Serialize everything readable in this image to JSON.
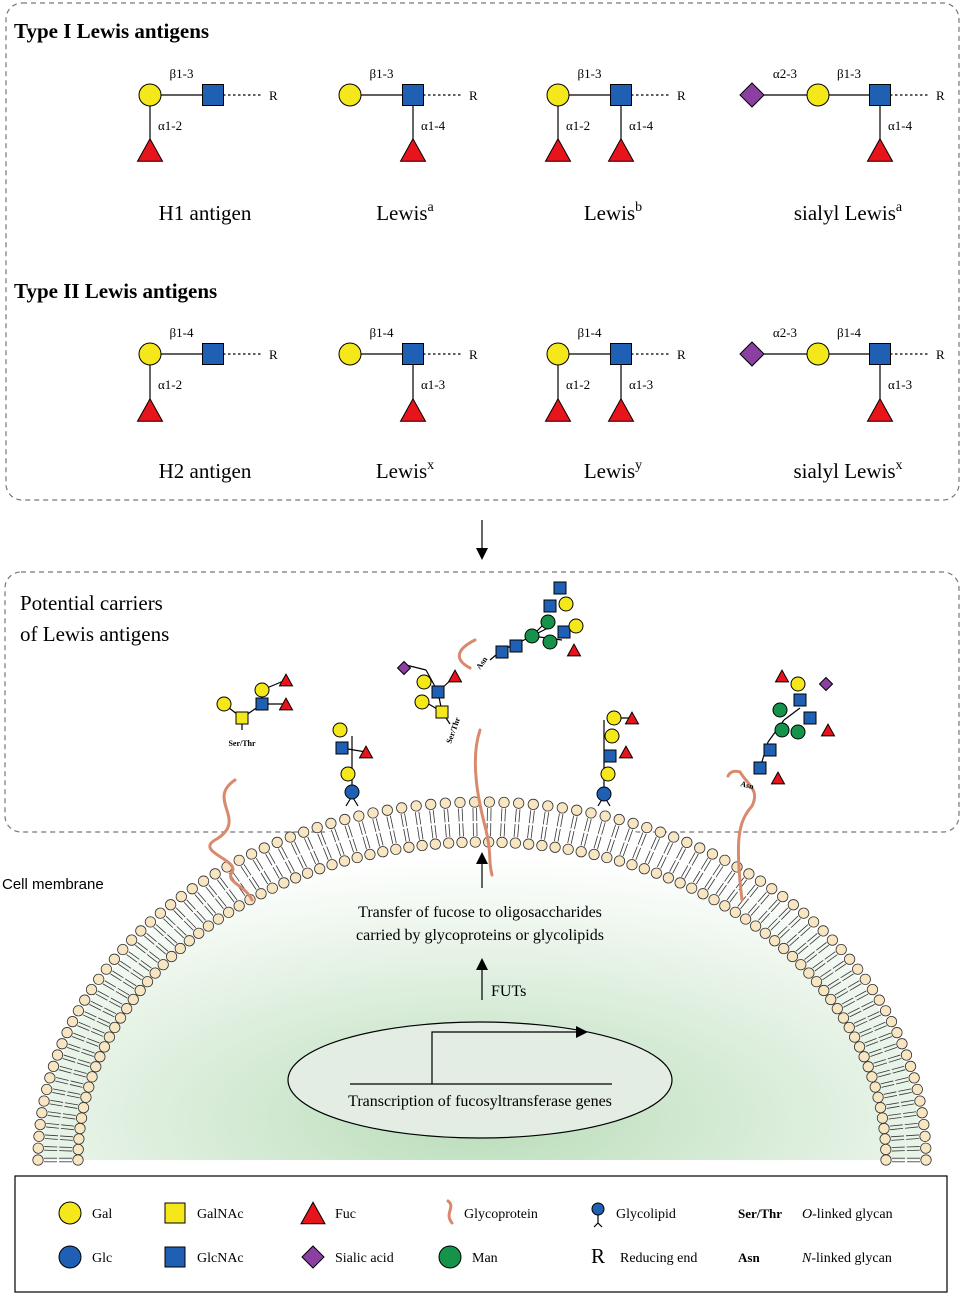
{
  "type1": {
    "heading": "Type I Lewis antigens",
    "antigens": [
      {
        "name": "H1 antigen",
        "sup": "",
        "links": [
          "β1-3",
          "α1-2"
        ]
      },
      {
        "name": "Lewis",
        "sup": "a",
        "links": [
          "β1-3",
          "α1-4"
        ]
      },
      {
        "name": "Lewis",
        "sup": "b",
        "links": [
          "β1-3",
          "α1-2",
          "α1-4"
        ]
      },
      {
        "name": "sialyl Lewis",
        "sup": "a",
        "links": [
          "α2-3",
          "β1-3",
          "α1-4"
        ]
      }
    ]
  },
  "type2": {
    "heading": "Type II Lewis antigens",
    "antigens": [
      {
        "name": "H2 antigen",
        "sup": "",
        "links": [
          "β1-4",
          "α1-2"
        ]
      },
      {
        "name": "Lewis",
        "sup": "x",
        "links": [
          "β1-4",
          "α1-3"
        ]
      },
      {
        "name": "Lewis",
        "sup": "y",
        "links": [
          "β1-4",
          "α1-2",
          "α1-3"
        ]
      },
      {
        "name": "sialyl Lewis",
        "sup": "x",
        "links": [
          "α2-3",
          "β1-4",
          "α1-3"
        ]
      }
    ]
  },
  "reducing_end_symbol": "R",
  "carriers": {
    "line1": "Potential carriers",
    "line2": "of Lewis antigens",
    "tag_ser_thr": "Ser/Thr",
    "tag_asn": "Asn"
  },
  "cell": {
    "membrane_label": "Cell membrane",
    "transfer_line1": "Transfer of fucose to oligosaccharides",
    "transfer_line2": "carried by glycoproteins or glycolipids",
    "futs": "FUTs",
    "transcription": "Transcription of fucosyltransferase genes"
  },
  "legend": {
    "row1": [
      {
        "icon": "gal",
        "label": "Gal"
      },
      {
        "icon": "galnac",
        "label": "GalNAc"
      },
      {
        "icon": "fuc",
        "label": "Fuc"
      },
      {
        "icon": "glycoprotein",
        "label": "Glycoprotein"
      },
      {
        "icon": "glycolipid",
        "label": "Glycolipid"
      },
      {
        "icon": "ser-thr",
        "label": "Ser/Thr",
        "desc_italic": "O",
        "desc": "-linked glycan"
      }
    ],
    "row2": [
      {
        "icon": "glc",
        "label": "Glc"
      },
      {
        "icon": "glcnac",
        "label": "GlcNAc"
      },
      {
        "icon": "sialic",
        "label": "Sialic acid"
      },
      {
        "icon": "man",
        "label": "Man"
      },
      {
        "icon": "reducing",
        "label": "Reducing end",
        "symbol": "R"
      },
      {
        "icon": "asn",
        "label": "Asn",
        "desc_italic": "N",
        "desc": "-linked glycan"
      }
    ]
  },
  "colors": {
    "gal": "#f4e81b",
    "glc": "#1f5fb4",
    "fuc": "#e8141b",
    "sialic": "#8b3fa0",
    "man": "#16934a",
    "protein": "#d98a6c",
    "cytoplasm": "#cfe7cf"
  }
}
